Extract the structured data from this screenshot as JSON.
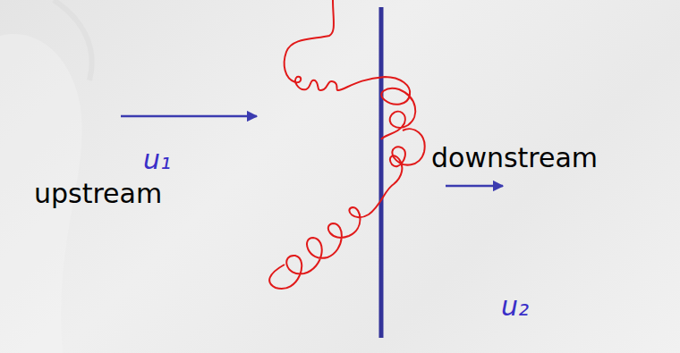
{
  "diagram": {
    "labels": [
      "u₁",
      "upstream",
      "downstream",
      "u₂"
    ]
  }
}
